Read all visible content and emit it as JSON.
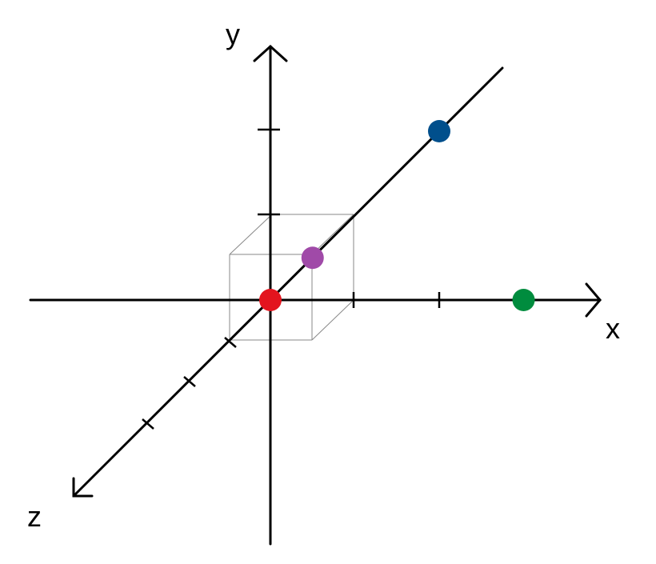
{
  "axes": {
    "x_label": "x",
    "y_label": "y",
    "z_label": "z"
  },
  "colors": {
    "axis": "#000000",
    "cube": "#888888",
    "origin_point": "#e3141e",
    "cube_corner_point": "#a04aa8",
    "y_point": "#004f8c",
    "x_point": "#008c3e"
  },
  "points": [
    {
      "name": "origin-point",
      "color_key": "origin_point",
      "x": 0,
      "y": 0,
      "z": 0
    },
    {
      "name": "cube-corner-point",
      "color_key": "cube_corner_point",
      "x": 0.5,
      "y": 0.5,
      "z": 0
    },
    {
      "name": "y-axis-point",
      "color_key": "y_point",
      "x": 2,
      "y": 2,
      "z": 0
    },
    {
      "name": "x-axis-point",
      "color_key": "x_point",
      "x": 3,
      "y": 0,
      "z": 0
    }
  ],
  "cube": {
    "size": 1
  }
}
